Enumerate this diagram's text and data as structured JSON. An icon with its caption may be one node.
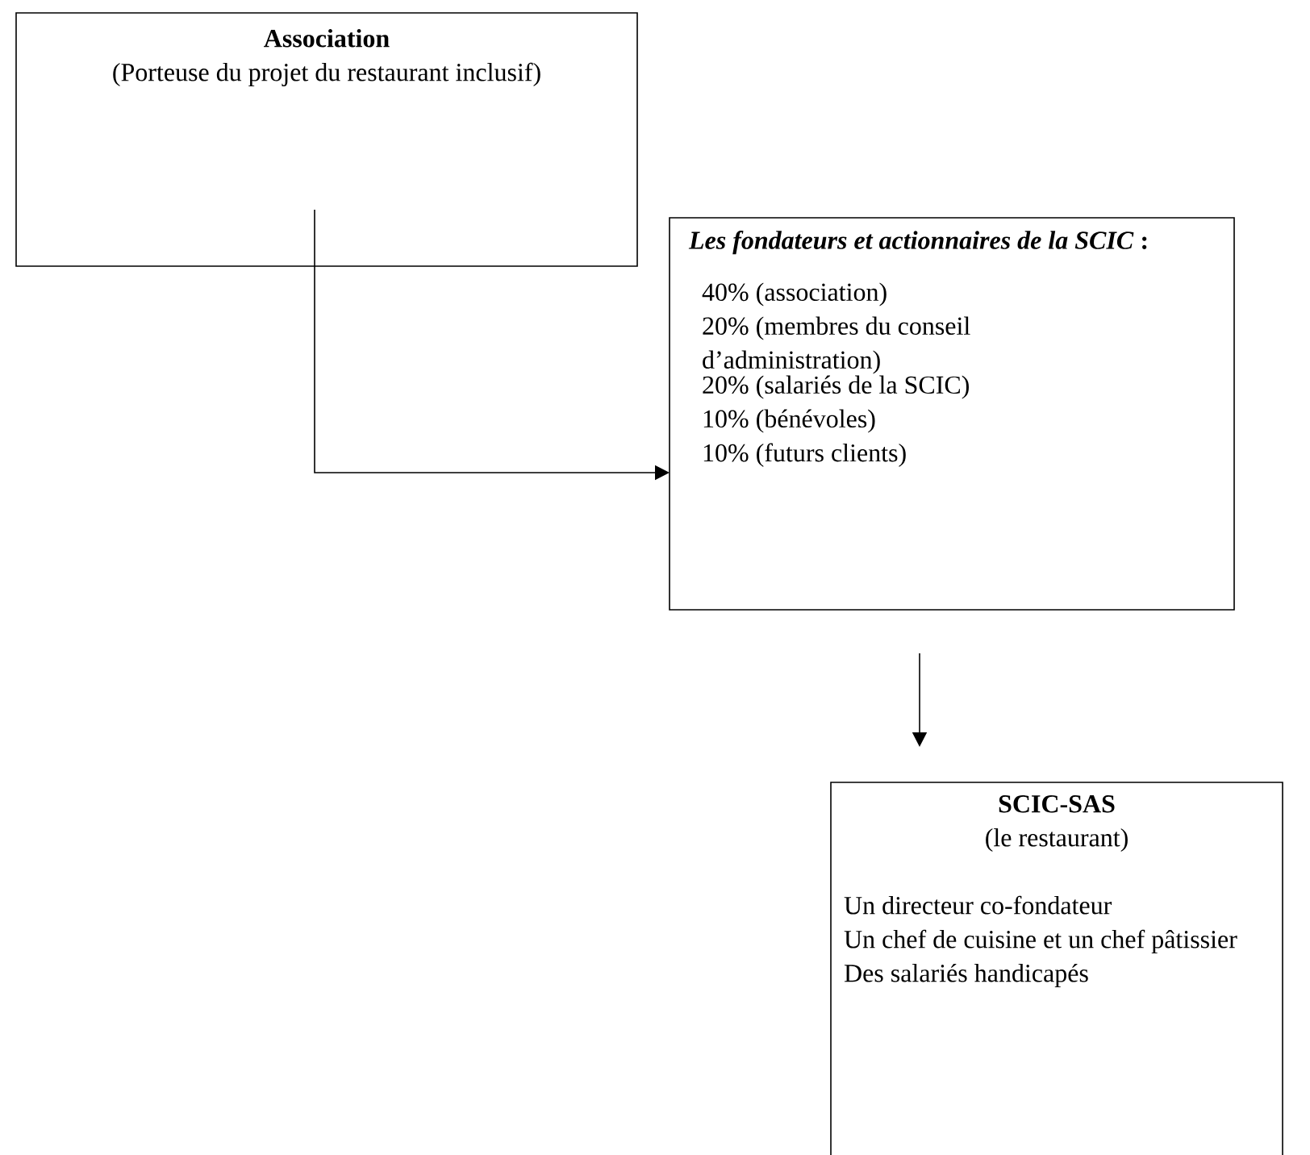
{
  "diagram": {
    "nodes": [
      {
        "text": [
          "Association",
          "(Porteuse du projet du restaurant inclusif)"
        ]
      },
      {
        "text": [
          "*Les fondateurs et actionnaires de la SCIC* :",
          "40% (association)",
          "20% (membres du conseil d’administration)",
          "20% (salariés de la SCIC)",
          "10% (bénévoles)",
          "10% (futurs clients)"
        ]
      },
      {
        "text": [
          "SCIC-SAS",
          "(le restaurant)",
          "Un directeur co-fondateur",
          "Un chef de cuisine et un chef pâtissier",
          "Des salariés handicapés"
        ]
      }
    ],
    "edges": [
      {
        "from": 0,
        "to": 1,
        "arrow": "to"
      },
      {
        "from": 1,
        "to": 2,
        "arrow": "to"
      }
    ]
  }
}
